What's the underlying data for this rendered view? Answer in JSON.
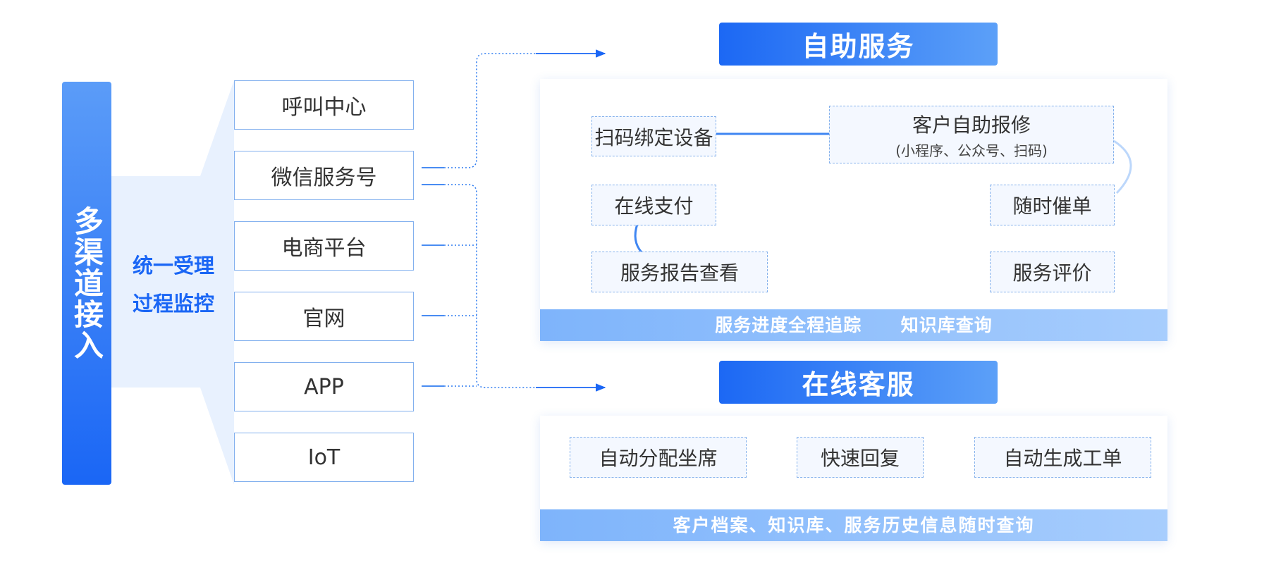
{
  "left_bar": {
    "title": "多渠道接入"
  },
  "unified": {
    "line1": "统一受理",
    "line2": "过程监控"
  },
  "channels": [
    "呼叫中心",
    "微信服务号",
    "电商平台",
    "官网",
    "APP",
    "IoT"
  ],
  "self_service": {
    "title": "自助服务",
    "steps": {
      "scan_bind": "扫码绑定设备",
      "repair": "客户自助报修",
      "repair_note": "(小程序、公众号、扫码)",
      "pay": "在线支付",
      "urge": "随时催单",
      "report": "服务报告查看",
      "evaluate": "服务评价"
    },
    "footer_a": "服务进度全程追踪",
    "footer_b": "知识库查询"
  },
  "online_service": {
    "title": "在线客服",
    "steps": [
      "自动分配坐席",
      "快速回复",
      "自动生成工单"
    ],
    "footer": "客户档案、知识库、服务历史信息随时查询"
  },
  "colors": {
    "primary": "#1a66f5",
    "accent_light": "#5ca0f8",
    "box_border": "#84b1ec",
    "footer_bar": "#a7cdfd",
    "fan_fill": "#e7f1fe"
  }
}
